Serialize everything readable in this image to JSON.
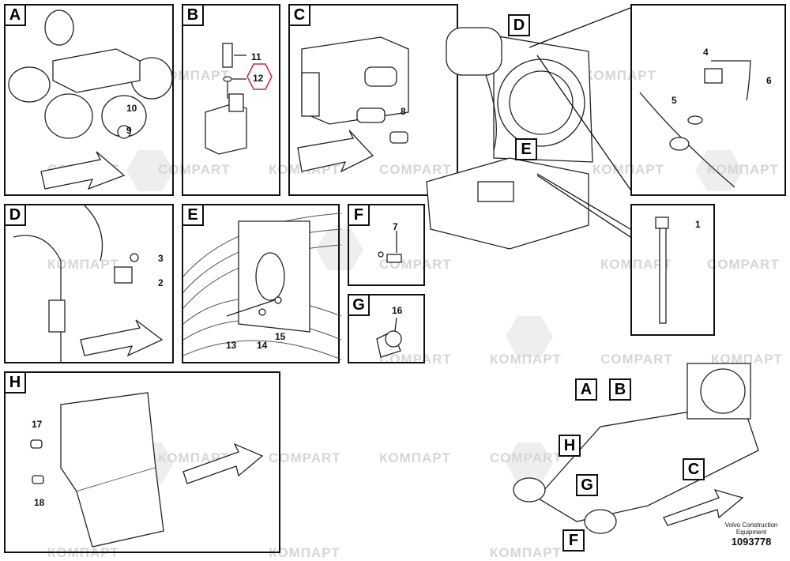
{
  "watermarks": {
    "cyrillic": "КОМПАРТ",
    "latin": "COMPART"
  },
  "panels": {
    "A": {
      "label": "A",
      "parts": [
        "10",
        "9"
      ]
    },
    "B": {
      "label": "B",
      "parts": [
        "11",
        "12"
      ]
    },
    "C": {
      "label": "C",
      "parts": [
        "8"
      ]
    },
    "D": {
      "label": "D",
      "parts": [
        "3",
        "2"
      ]
    },
    "E": {
      "label": "E",
      "parts": [
        "13",
        "14",
        "15"
      ]
    },
    "F": {
      "label": "F",
      "parts": [
        "7"
      ]
    },
    "G": {
      "label": "G",
      "parts": [
        "16"
      ]
    },
    "H": {
      "label": "H",
      "parts": [
        "17",
        "18"
      ]
    }
  },
  "overview_top": {
    "tags": [
      "D",
      "E"
    ],
    "detail_parts": [
      "4",
      "6",
      "5"
    ],
    "sender_part": "1"
  },
  "overview_bottom": {
    "tags": [
      "A",
      "B",
      "H",
      "G",
      "C",
      "F"
    ]
  },
  "highlighted_part": "12",
  "highlight_color": "#d0263a",
  "footer": {
    "company_line1": "Volvo Construction",
    "company_line2": "Equipment",
    "drawing_number": "1093778"
  }
}
